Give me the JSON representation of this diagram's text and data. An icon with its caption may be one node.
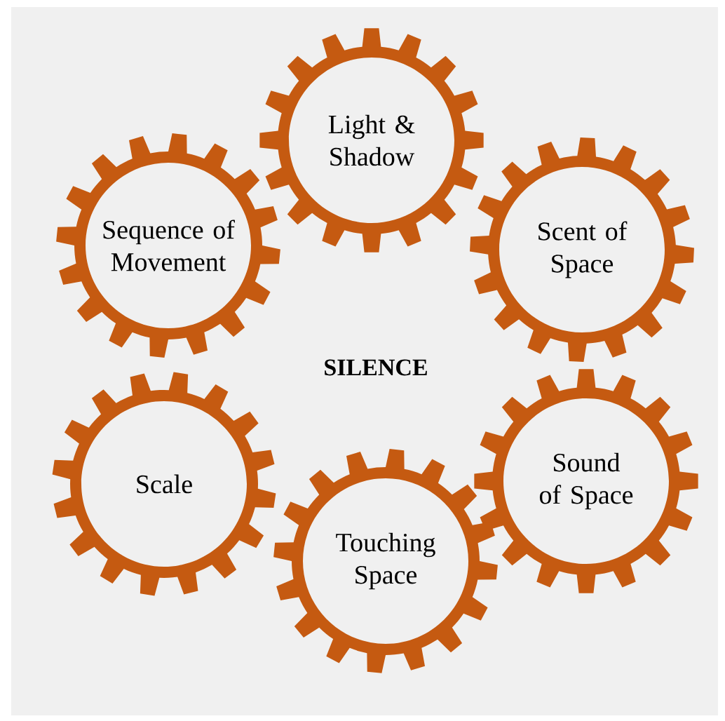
{
  "diagram": {
    "nodes": [
      {
        "text": [
          "Light & Shadow"
        ]
      },
      {
        "text": [
          "Sequence of Movement"
        ]
      },
      {
        "text": [
          "Scent of Space"
        ]
      },
      {
        "text": [
          "Scale"
        ]
      },
      {
        "text": [
          "Sound of Space"
        ]
      },
      {
        "text": [
          "Touching Space"
        ]
      }
    ],
    "labels": [
      "SILENCE"
    ]
  }
}
